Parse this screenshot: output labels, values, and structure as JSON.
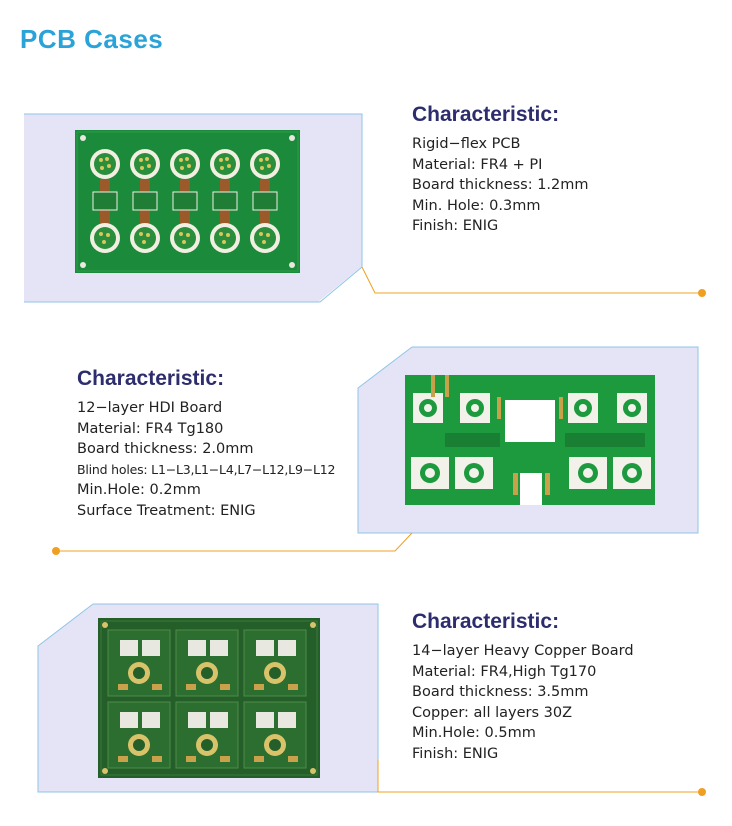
{
  "page": {
    "title": "PCB Cases"
  },
  "colors": {
    "title": "#2aa3d8",
    "heading": "#2d2d6e",
    "panel": "#e5e3f6",
    "frame": "#8fc6e6",
    "connector": "#f0a020",
    "pcb_green": "#1b8a3a",
    "gold": "#c9a14a"
  },
  "cases": [
    {
      "heading": "Characteristic:",
      "specs": [
        "Rigid−flex PCB",
        "Material: FR4 + PI",
        "Board thickness:   1.2mm",
        "Min. Hole: 0.3mm",
        "Finish: ENIG"
      ],
      "image": "rigid-flex-pcb-photo"
    },
    {
      "heading": "Characteristic:",
      "specs": [
        "12−layer HDI Board",
        "Material: FR4 Tg180",
        "Board thickness: 2.0mm",
        "Blind holes: L1−L3,L1−L4,L7−L12,L9−L12",
        "Min.Hole: 0.2mm",
        "Surface Treatment: ENIG"
      ],
      "image": "hdi-board-photo"
    },
    {
      "heading": "Characteristic:",
      "specs": [
        "14−layer Heavy Copper Board",
        "Material: FR4,High Tg170",
        "Board thickness: 3.5mm",
        "Copper: all layers 30Z",
        "Min.Hole: 0.5mm",
        "Finish: ENIG"
      ],
      "image": "heavy-copper-board-photo"
    }
  ]
}
